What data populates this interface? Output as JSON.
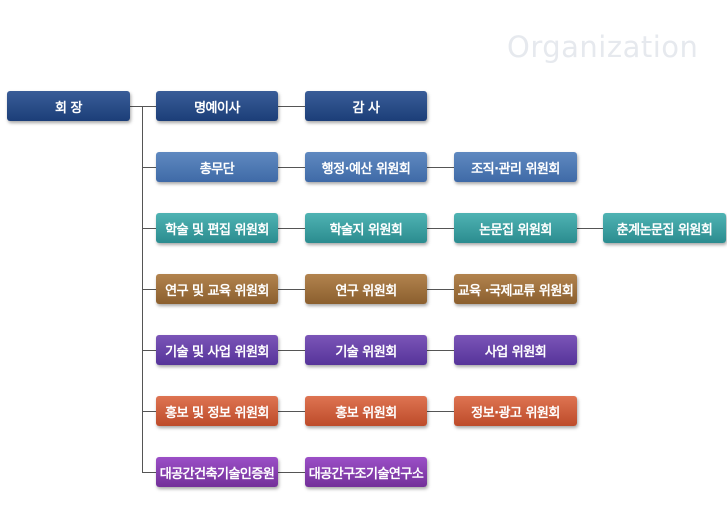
{
  "watermark": "Organization",
  "president": "회 장",
  "rows": [
    {
      "label": "명예이사",
      "items": [
        "감 사"
      ]
    },
    {
      "label": "총무단",
      "items": [
        "행정·예산 위원회",
        "조직·관리 위원회"
      ]
    },
    {
      "label": "학술 및 편집 위원회",
      "items": [
        "학술지 위원회",
        "논문집 위원회",
        "춘계논문집 위원회"
      ]
    },
    {
      "label": "연구 및 교육 위원회",
      "items": [
        "연구 위원회",
        "교육 ·국제교류 위원회"
      ]
    },
    {
      "label": "기술 및 사업 위원회",
      "items": [
        "기술 위원회",
        "사업 위원회"
      ]
    },
    {
      "label": "홍보 및 정보 위원회",
      "items": [
        "홍보 위원회",
        "정보·광고 위원회"
      ]
    },
    {
      "label": "대공간건축기술인증원",
      "items": [
        "대공간구조기술연구소"
      ]
    }
  ],
  "colors": {
    "navy": "#2a4c88",
    "steel": "#4f79b4",
    "teal": "#3ca0a2",
    "brown": "#9e713e",
    "purple": "#6744a9",
    "orange": "#cd5f3d",
    "violet": "#853fb0"
  }
}
